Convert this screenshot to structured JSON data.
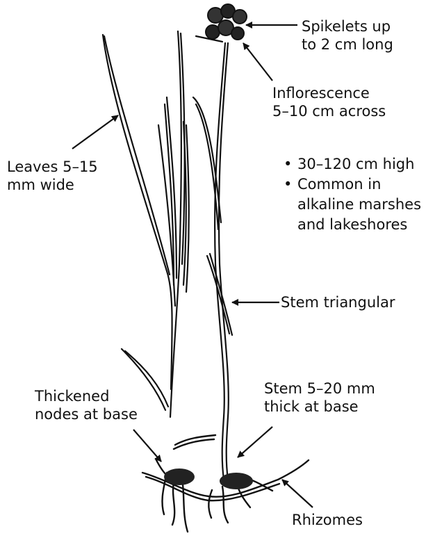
{
  "annotations": {
    "spikelets": [
      "Spikelets up",
      "to 2 cm long"
    ],
    "inflorescence": [
      "Inflorescence",
      "5–10 cm across"
    ],
    "leaves": [
      "Leaves 5–15",
      "mm wide"
    ],
    "stem_triangular": [
      "Stem triangular"
    ],
    "thickened_nodes": [
      "Thickened",
      "nodes at base"
    ],
    "stem_thick": [
      "Stem 5–20 mm",
      "thick at base"
    ],
    "rhizomes": [
      "Rhizomes"
    ]
  },
  "facts": [
    [
      "30–120 cm high"
    ],
    [
      "Common in",
      "alkaline marshes",
      "and lakeshores"
    ]
  ],
  "colors": {
    "ink": "#111111",
    "background": "#ffffff"
  }
}
